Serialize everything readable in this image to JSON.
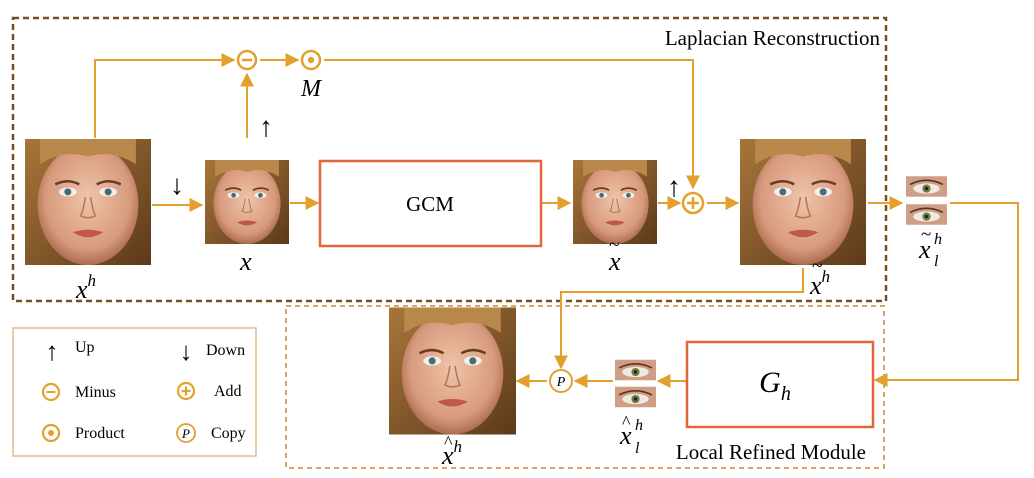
{
  "regions": {
    "laplacian_title": "Laplacian Reconstruction",
    "local_title": "Local Refined Module"
  },
  "blocks": {
    "gcm": "GCM",
    "gh_base": "G",
    "gh_sub": "h"
  },
  "images": {
    "xh": {
      "base": "x",
      "sup": "h"
    },
    "x": {
      "base": "x"
    },
    "xtilde": {
      "base": "x",
      "accent": "~"
    },
    "xtilde_h": {
      "base": "x",
      "accent": "~",
      "sup": "h"
    },
    "xtilde_l_h": {
      "base": "x",
      "accent": "~",
      "sup": "h",
      "sub": "l"
    },
    "xhat_l_h": {
      "base": "x",
      "accent": "^",
      "sup": "h",
      "sub": "l"
    },
    "xhat_h": {
      "base": "x",
      "accent": "^",
      "sup": "h"
    }
  },
  "mask_label": "M",
  "legend": [
    {
      "symbol": "↑",
      "label": "Up"
    },
    {
      "symbol": "↓",
      "label": "Down"
    },
    {
      "symbol": "⊖",
      "label": "Minus"
    },
    {
      "symbol": "⊕",
      "label": "Add"
    },
    {
      "symbol": "⊙",
      "label": "Product"
    },
    {
      "symbol": "P",
      "label": "Copy"
    }
  ],
  "colors": {
    "arrow": "#E3A02F",
    "box_border": "#E2673A",
    "region_dark": "#7A4A20",
    "region_light": "#D7A66B"
  }
}
